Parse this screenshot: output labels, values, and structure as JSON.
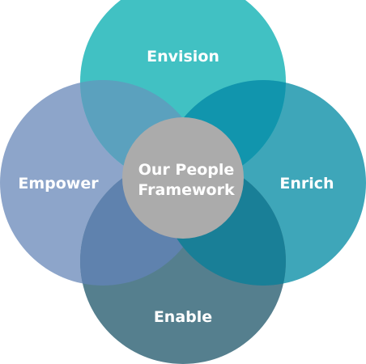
{
  "diagram": {
    "center": {
      "line1": "Our People",
      "line2": "Framework",
      "color": "#ABABAB"
    },
    "petals": [
      {
        "id": "envision",
        "label": "Envision",
        "color": "#41C1C3"
      },
      {
        "id": "empower",
        "label": "Empower",
        "color": "#8DA5CA"
      },
      {
        "id": "enrich",
        "label": "Enrich",
        "color": "#3EA6B9"
      },
      {
        "id": "enable",
        "label": "Enable",
        "color": "#557F8E"
      }
    ],
    "overlaps": {
      "envision_empower": "#5BA1BE",
      "envision_enrich": "#1195AD",
      "empower_enable": "#5F82AE",
      "enrich_enable": "#197F97"
    }
  }
}
